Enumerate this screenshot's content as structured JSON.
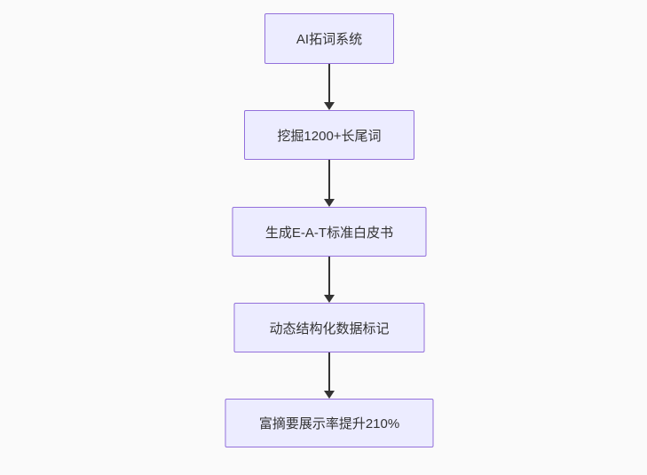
{
  "diagram": {
    "type": "flowchart",
    "direction": "top-down",
    "background_color": "#fafafa",
    "node_fill_color": "#ECECFF",
    "node_border_color": "#9370DB",
    "text_color": "#333333",
    "arrow_color": "#333333",
    "nodes": [
      {
        "id": "n1",
        "label": "AI拓词系统"
      },
      {
        "id": "n2",
        "label": "挖掘1200+长尾词"
      },
      {
        "id": "n3",
        "label": "生成E-A-T标准白皮书"
      },
      {
        "id": "n4",
        "label": "动态结构化数据标记"
      },
      {
        "id": "n5",
        "label": "富摘要展示率提升210%"
      }
    ],
    "edges": [
      {
        "from": "n1",
        "to": "n2"
      },
      {
        "from": "n2",
        "to": "n3"
      },
      {
        "from": "n3",
        "to": "n4"
      },
      {
        "from": "n4",
        "to": "n5"
      }
    ]
  }
}
